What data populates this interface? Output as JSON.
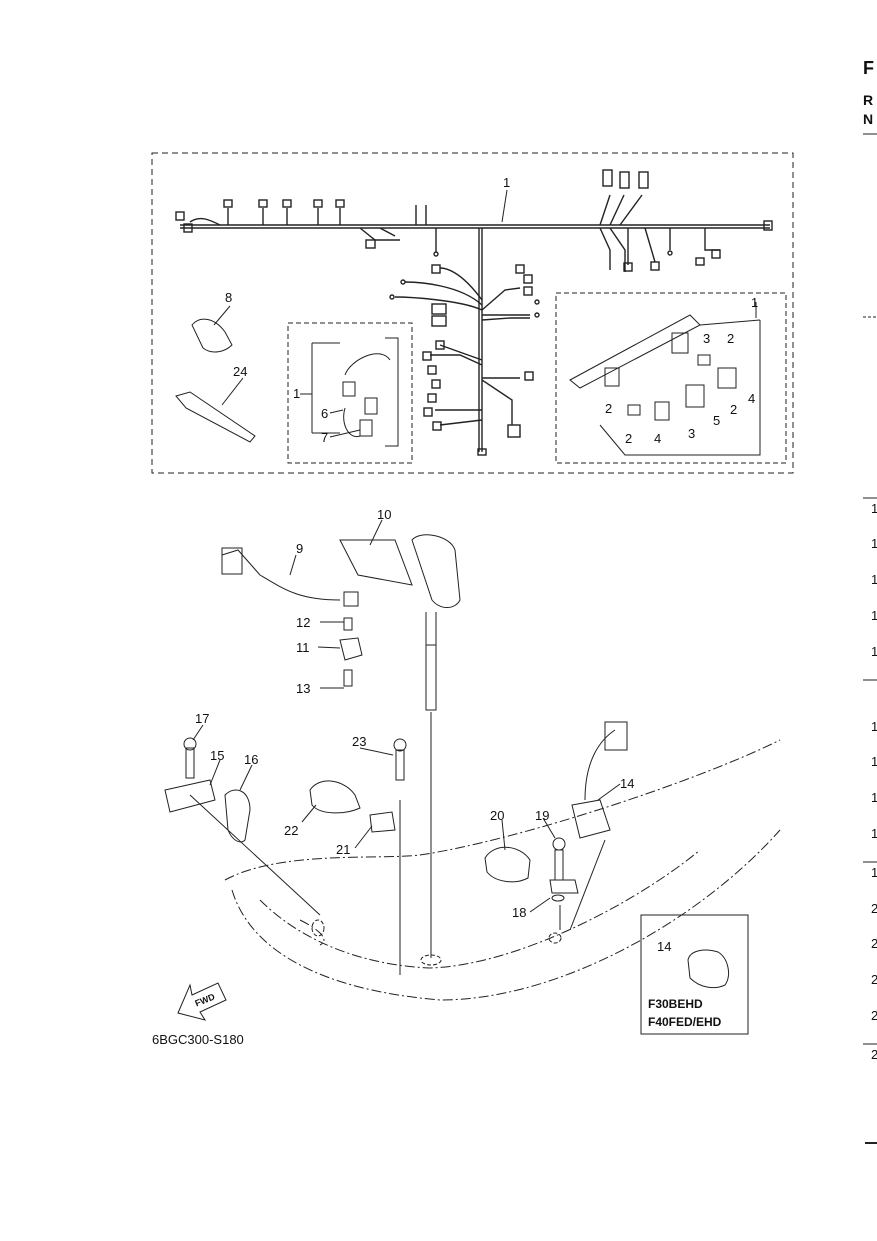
{
  "diagram_code": "6BGC300-S180",
  "fwd_label": "FWD",
  "inset_models": [
    "F30BEHD",
    "F40FED/EHD"
  ],
  "inset_part": "14",
  "callouts": {
    "c1": "1",
    "c1b": "1",
    "c1c": "1",
    "c2a": "2",
    "c2b": "2",
    "c2c": "2",
    "c2d": "2",
    "c3a": "3",
    "c3b": "3",
    "c4a": "4",
    "c4b": "4",
    "c5": "5",
    "c6": "6",
    "c7": "7",
    "c8": "8",
    "c9": "9",
    "c10": "10",
    "c11": "11",
    "c12": "12",
    "c13": "13",
    "c14": "14",
    "c15": "15",
    "c16": "16",
    "c17": "17",
    "c18": "18",
    "c19": "19",
    "c20": "20",
    "c21": "21",
    "c22": "22",
    "c23": "23",
    "c24": "24"
  },
  "edge_header": [
    "F",
    "R",
    "N"
  ],
  "edge_numbers": [
    "1",
    "1",
    "1",
    "1",
    "1",
    "1",
    "1",
    "1",
    "1",
    "1",
    "2",
    "2",
    "2",
    "2",
    "2"
  ]
}
